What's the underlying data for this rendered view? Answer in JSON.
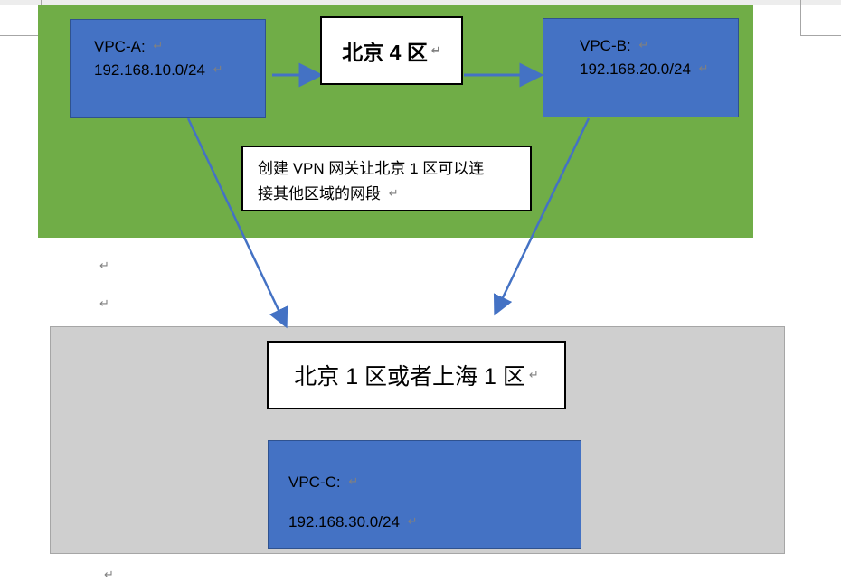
{
  "document": {
    "type": "word-document-page",
    "background": "#ffffff"
  },
  "colors": {
    "region_green": "#70AD47",
    "region_gray": "#CFCFCF",
    "vpc_blue": "#4472C4",
    "vpc_blue_border": "#2F528F",
    "connector_blue": "#4472C4",
    "callout_border": "#000000",
    "pilcrow_gray": "#808080"
  },
  "green_region": {
    "label": "beijing-zone-4-region",
    "title_box": {
      "text": "北京 4 区",
      "pilcrow": "↵"
    },
    "note_box": {
      "line1": "创建 VPN 网关让北京 1 区可以连",
      "line2": "接其他区域的网段",
      "pilcrow": "↵"
    },
    "vpc_a": {
      "name": "VPC-A:",
      "cidr": "192.168.10.0/24",
      "pilcrow": "↵"
    },
    "vpc_b": {
      "name": "VPC-B:",
      "cidr": "192.168.20.0/24",
      "pilcrow": "↵"
    }
  },
  "gray_region": {
    "label": "beijing-zone-1-or-shanghai-zone-1-region",
    "subtitle_box": {
      "text": "北京 1 区或者上海 1 区",
      "pilcrow": "↵"
    },
    "vpc_c": {
      "name": "VPC-C:",
      "cidr": "192.168.30.0/24",
      "pilcrow": "↵"
    }
  },
  "connectors": [
    {
      "name": "title-to-vpc-a-arrow",
      "direction": "left",
      "from": "北京 4 区",
      "to": "VPC-A"
    },
    {
      "name": "title-to-vpc-b-arrow",
      "direction": "right",
      "from": "北京 4 区",
      "to": "VPC-B"
    },
    {
      "name": "vpc-a-to-gray-region-arrow",
      "direction": "down-right",
      "from": "VPC-A",
      "to": "北京 1 区或者上海 1 区"
    },
    {
      "name": "vpc-b-to-gray-region-arrow",
      "direction": "down-left",
      "from": "VPC-B",
      "to": "北京 1 区或者上海 1 区"
    }
  ],
  "paragraph_marks": [
    {
      "name": "paragraph-mark-1",
      "glyph": "↵"
    },
    {
      "name": "paragraph-mark-2",
      "glyph": "↵"
    },
    {
      "name": "paragraph-mark-3",
      "glyph": "↵"
    }
  ]
}
